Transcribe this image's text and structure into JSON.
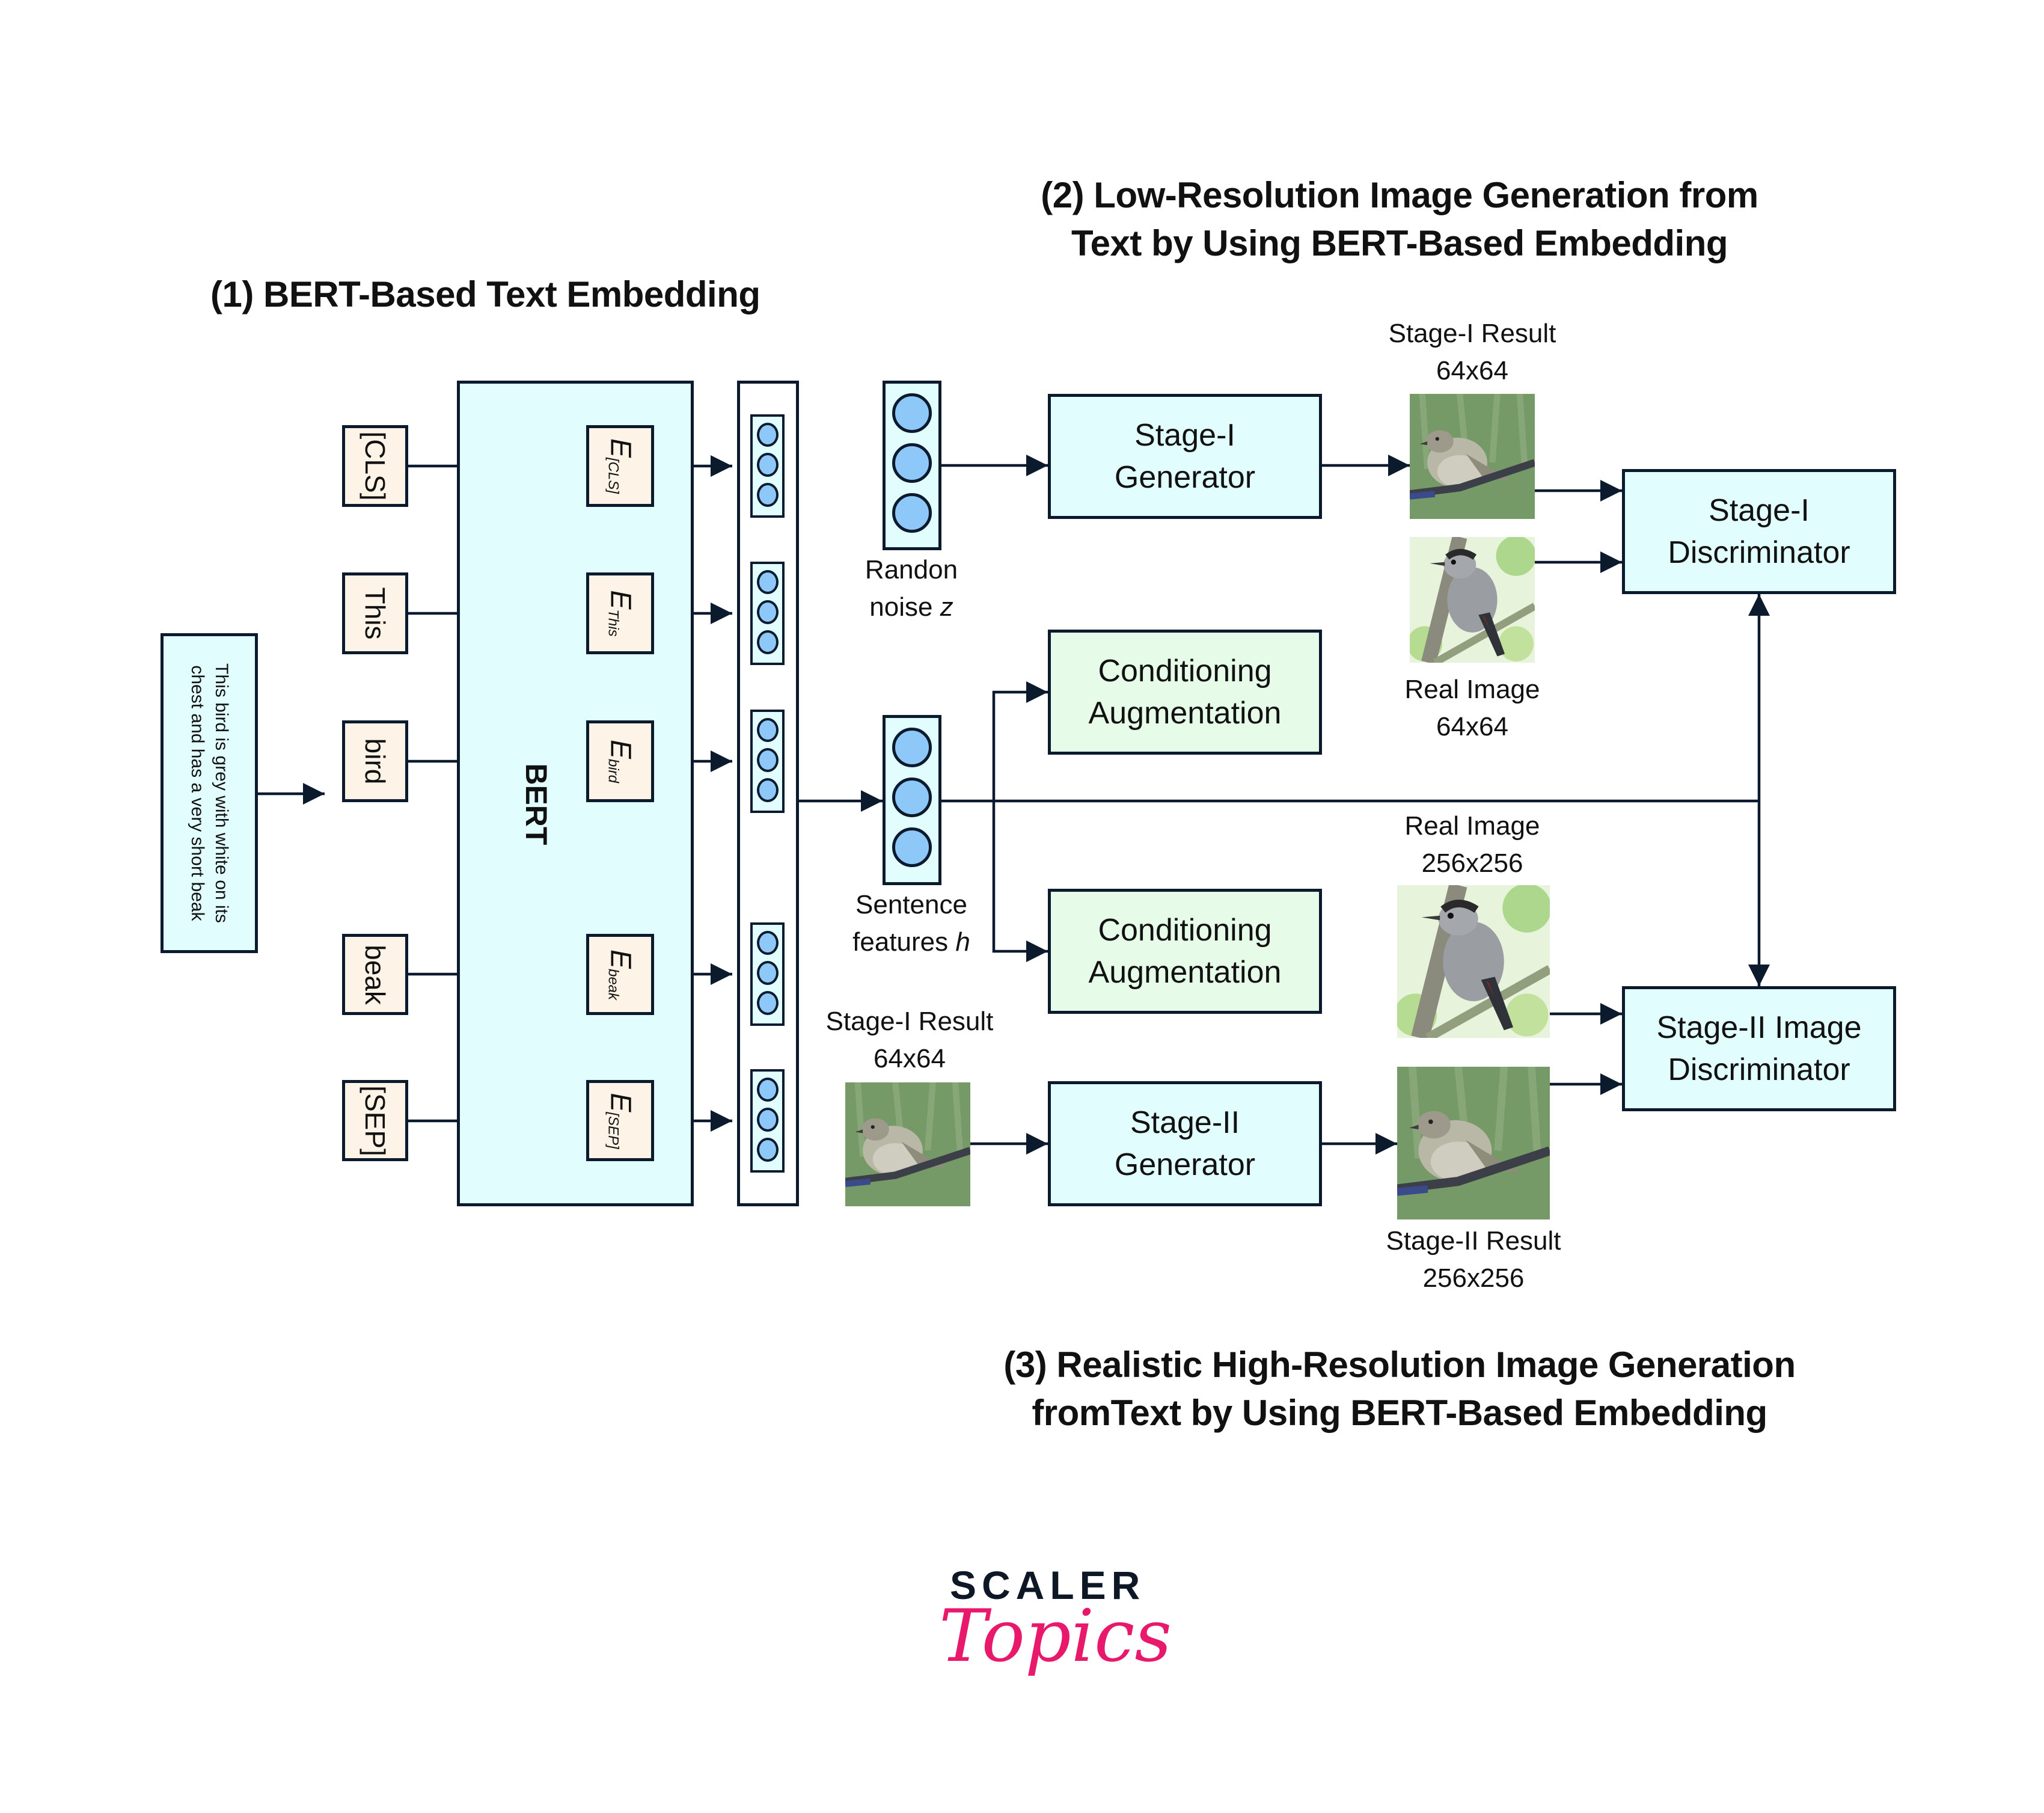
{
  "titles": {
    "section1": "(1) BERT-Based Text Embedding",
    "section2_line1": "(2) Low-Resolution Image Generation from",
    "section2_line2": "Text by Using BERT-Based Embedding",
    "section3_line1": "(3) Realistic High-Resolution Image Generation",
    "section3_line2": "fromText by Using BERT-Based Embedding"
  },
  "input_sentence": {
    "line1": "This bird is grey with white on its",
    "line2": "chest and has a very short beak"
  },
  "tokens": [
    "[CLS]",
    "This",
    "bird",
    "beak",
    "[SEP]"
  ],
  "bert": {
    "label": "BERT"
  },
  "embeddings": [
    {
      "symbol": "E",
      "subscript": "[CLS]"
    },
    {
      "symbol": "E",
      "subscript": "This"
    },
    {
      "symbol": "E",
      "subscript": "bird"
    },
    {
      "symbol": "E",
      "subscript": "beak"
    },
    {
      "symbol": "E",
      "subscript": "[SEP]"
    }
  ],
  "vectors": {
    "noise_label_line1": "Randon",
    "noise_label_line2": "noise",
    "noise_var": "z",
    "sentence_label_line1": "Sentence",
    "sentence_label_line2": "features",
    "sentence_var": "h"
  },
  "blocks": {
    "stage1_generator": {
      "line1": "Stage-I",
      "line2": "Generator"
    },
    "ca_top": {
      "line1": "Conditioning",
      "line2": "Augmentation"
    },
    "ca_bottom": {
      "line1": "Conditioning",
      "line2": "Augmentation"
    },
    "stage2_generator": {
      "line1": "Stage-II",
      "line2": "Generator"
    },
    "stage1_discriminator": {
      "line1": "Stage-I",
      "line2": "Discriminator"
    },
    "stage2_discriminator": {
      "line1": "Stage-II Image",
      "line2": "Discriminator"
    }
  },
  "images": {
    "stage1_result_top": {
      "line1": "Stage-I Result",
      "line2": "64x64"
    },
    "real_64": {
      "line1": "Real Image",
      "line2": "64x64"
    },
    "real_256": {
      "line1": "Real Image",
      "line2": "256x256"
    },
    "stage1_result_bottom": {
      "line1": "Stage-I Result",
      "line2": "64x64"
    },
    "stage2_result": {
      "line1": "Stage-II Result",
      "line2": "256x256"
    }
  },
  "logo": {
    "brand": "SCALER",
    "sub": "Topics"
  },
  "colors": {
    "stroke": "#0c1a2e",
    "cyan_fill": "#e2fdfd",
    "green_fill": "#e6fbe8",
    "cream_fill": "#fdf3e6",
    "node_fill": "#8ec8f8",
    "logo_pink": "#e8196b"
  }
}
